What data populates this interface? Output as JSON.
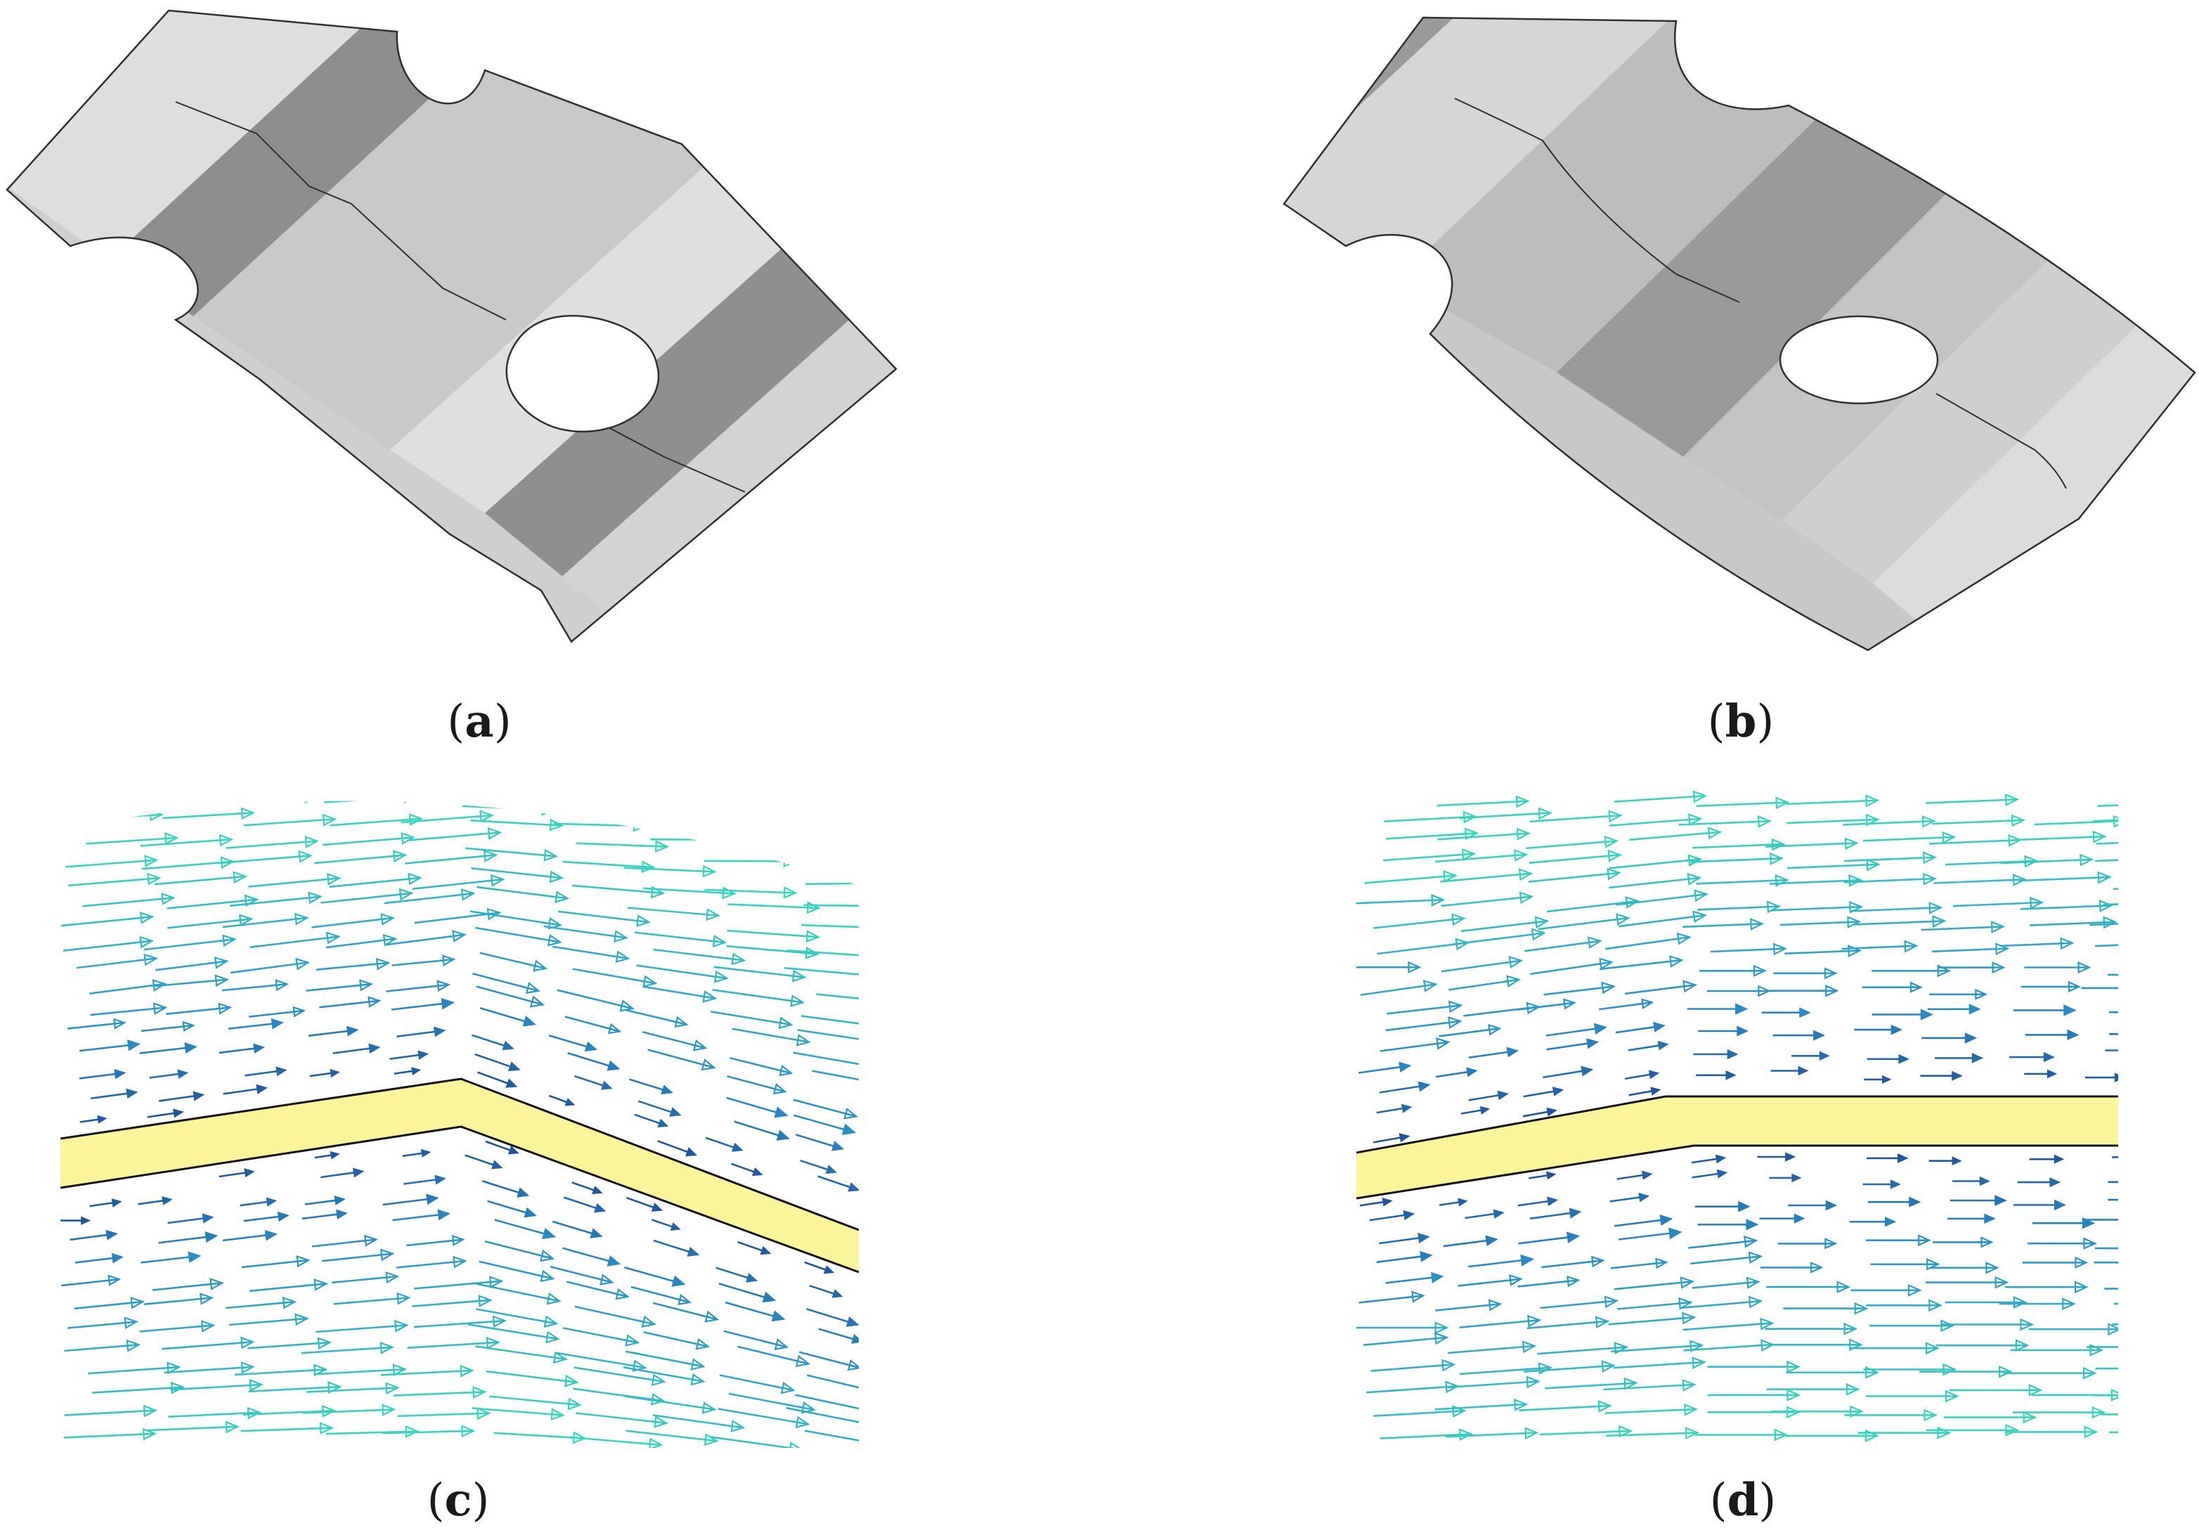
{
  "captions": {
    "a": "a",
    "b": "b",
    "c": "c",
    "d": "d"
  },
  "colors": {
    "band_dark": "#8f8f8f",
    "band_mid": "#bcbcbc",
    "band_light": "#dcdcdc",
    "edge": "#303030",
    "layer_fill": "#fbf59a",
    "vector_near": "#1f4f9a",
    "vector_mid": "#2a90c8",
    "vector_far": "#35d6c0"
  }
}
